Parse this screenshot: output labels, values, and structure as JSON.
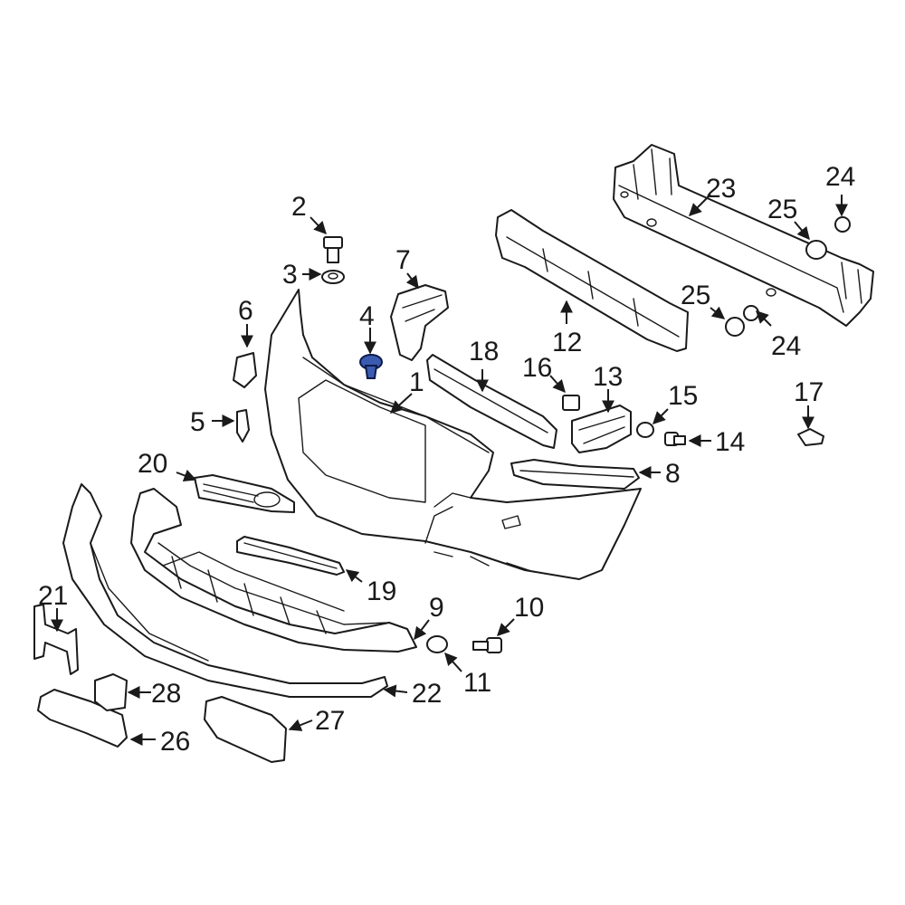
{
  "diagram": {
    "highlight_color": "#3a5bb0",
    "callouts": [
      {
        "id": "1",
        "label": "1"
      },
      {
        "id": "2",
        "label": "2"
      },
      {
        "id": "3",
        "label": "3"
      },
      {
        "id": "4",
        "label": "4"
      },
      {
        "id": "5",
        "label": "5"
      },
      {
        "id": "6",
        "label": "6"
      },
      {
        "id": "7",
        "label": "7"
      },
      {
        "id": "8",
        "label": "8"
      },
      {
        "id": "9",
        "label": "9"
      },
      {
        "id": "10",
        "label": "10"
      },
      {
        "id": "11",
        "label": "11"
      },
      {
        "id": "12",
        "label": "12"
      },
      {
        "id": "13",
        "label": "13"
      },
      {
        "id": "14",
        "label": "14"
      },
      {
        "id": "15",
        "label": "15"
      },
      {
        "id": "16",
        "label": "16"
      },
      {
        "id": "17",
        "label": "17"
      },
      {
        "id": "18",
        "label": "18"
      },
      {
        "id": "19",
        "label": "19"
      },
      {
        "id": "20",
        "label": "20"
      },
      {
        "id": "21",
        "label": "21"
      },
      {
        "id": "22",
        "label": "22"
      },
      {
        "id": "23",
        "label": "23"
      },
      {
        "id": "24a",
        "label": "24"
      },
      {
        "id": "24b",
        "label": "24"
      },
      {
        "id": "25a",
        "label": "25"
      },
      {
        "id": "25b",
        "label": "25"
      },
      {
        "id": "26",
        "label": "26"
      },
      {
        "id": "27",
        "label": "27"
      },
      {
        "id": "28",
        "label": "28"
      }
    ]
  }
}
